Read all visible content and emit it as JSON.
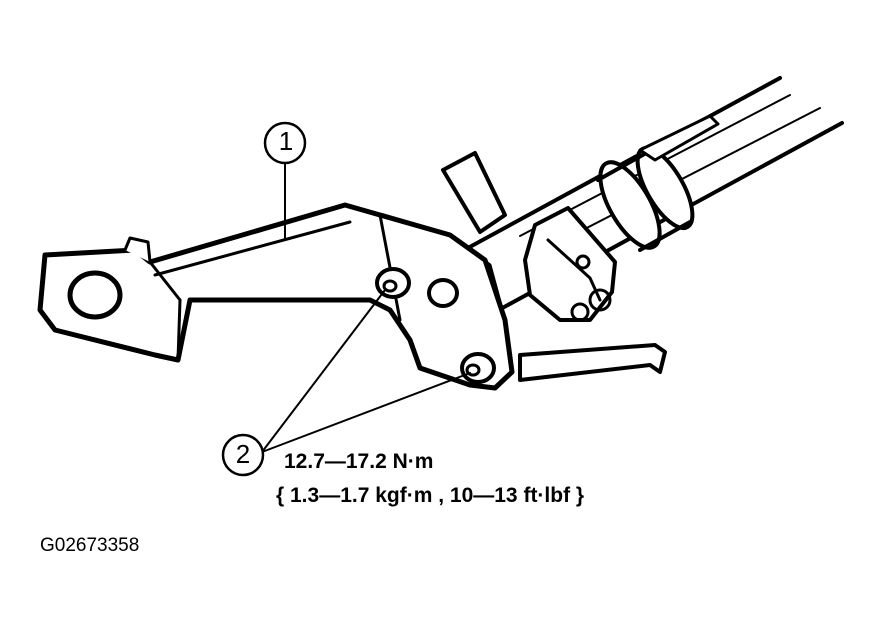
{
  "callouts": {
    "bracket_number": "1",
    "bolts_number": "2"
  },
  "torque": {
    "line1": "12.7—17.2 N·m",
    "line2": "{ 1.3—1.7 kgf·m , 10—13 ft·lbf }"
  },
  "figure_id": "G02673358",
  "colors": {
    "ink": "#000000",
    "paper": "#ffffff"
  }
}
